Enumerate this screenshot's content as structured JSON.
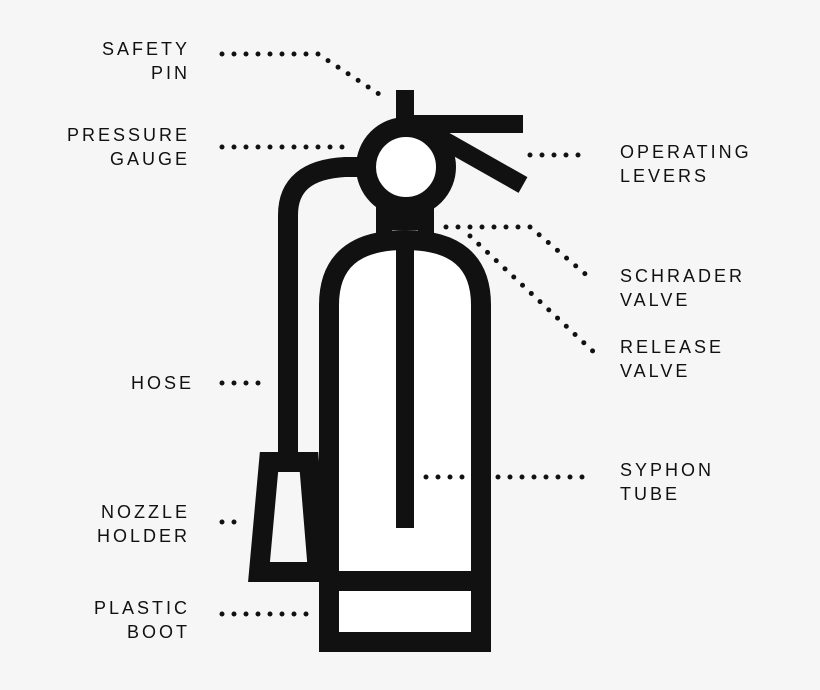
{
  "colors": {
    "background": "#f6f6f6",
    "ink": "#111111",
    "fill": "#ffffff"
  },
  "labels": {
    "safety_pin": [
      "SAFETY",
      "PIN"
    ],
    "pressure_gauge": [
      "PRESSURE",
      "GAUGE"
    ],
    "hose": [
      "HOSE"
    ],
    "nozzle_holder": [
      "NOZZLE",
      "HOLDER"
    ],
    "plastic_boot": [
      "PLASTIC",
      "BOOT"
    ],
    "operating_levers": [
      "OPERATING",
      "LEVERS"
    ],
    "schrader_valve": [
      "SCHRADER",
      "VALVE"
    ],
    "release_valve": [
      "RELEASE",
      "VALVE"
    ],
    "syphon_tube": [
      "SYPHON",
      "TUBE"
    ]
  }
}
